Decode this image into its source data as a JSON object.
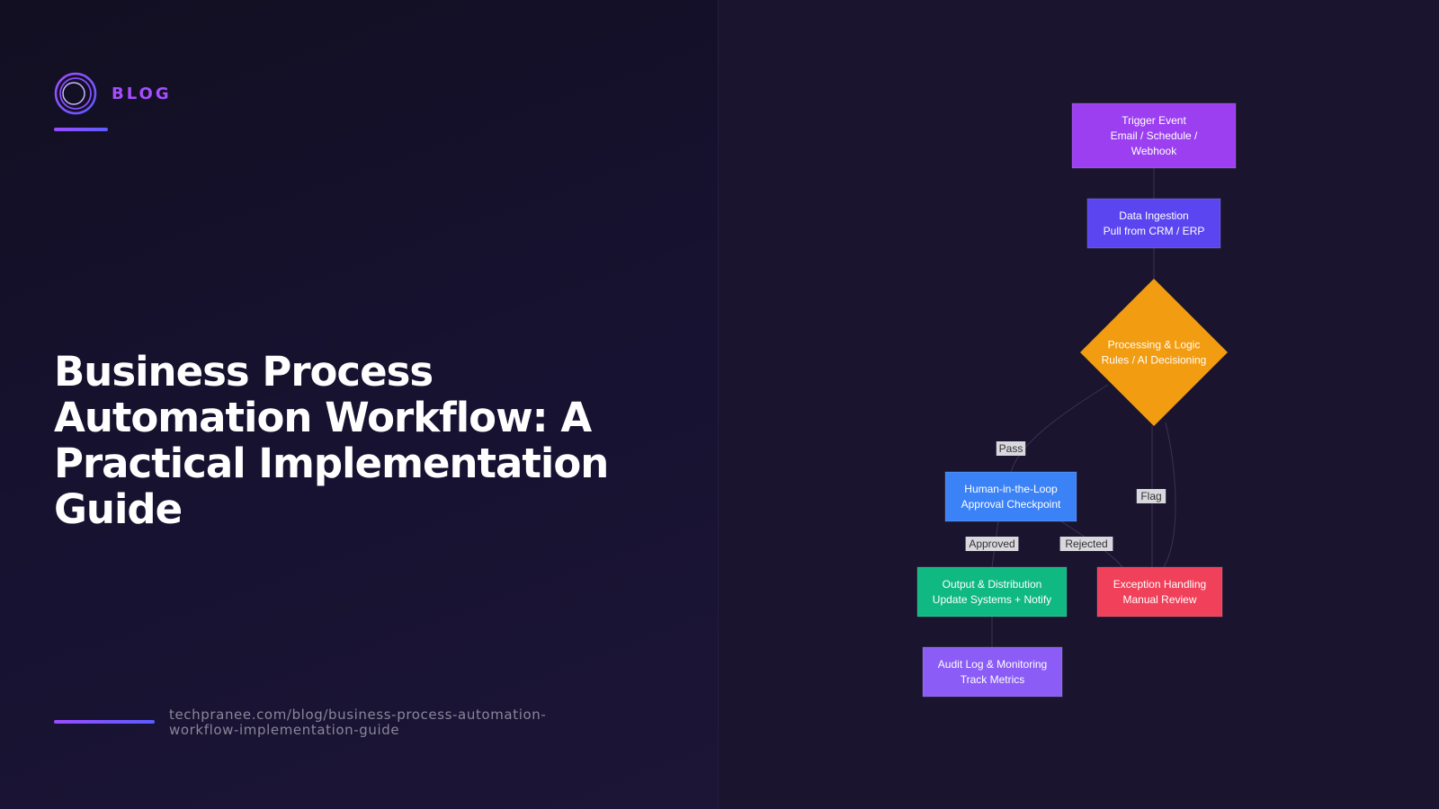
{
  "brand": {
    "label": "BLOG",
    "logo_icon": "ring-logo-icon",
    "accent": "#a64dff"
  },
  "headline": "Business Process Automation Workflow: A Practical Implementation Guide",
  "footer": {
    "url": "techpranee.com/blog/business-process-automation-workflow-implementation-guide"
  },
  "diagram": {
    "nodes": [
      {
        "id": "trigger",
        "shape": "rect",
        "lines": [
          "Trigger Event",
          "Email / Schedule /",
          "Webhook"
        ],
        "color": "#9b3ff0"
      },
      {
        "id": "ingest",
        "shape": "rect",
        "lines": [
          "Data Ingestion",
          "Pull from CRM / ERP"
        ],
        "color": "#5b45f0"
      },
      {
        "id": "process",
        "shape": "diamond",
        "lines": [
          "Processing & Logic",
          "Rules / AI Decisioning"
        ],
        "color": "#f29c11"
      },
      {
        "id": "human",
        "shape": "rect",
        "lines": [
          "Human-in-the-Loop",
          "Approval Checkpoint"
        ],
        "color": "#3b82f6"
      },
      {
        "id": "output",
        "shape": "rect",
        "lines": [
          "Output & Distribution",
          "Update Systems + Notify"
        ],
        "color": "#10b981"
      },
      {
        "id": "exception",
        "shape": "rect",
        "lines": [
          "Exception Handling",
          "Manual Review"
        ],
        "color": "#f0405a"
      },
      {
        "id": "audit",
        "shape": "rect",
        "lines": [
          "Audit Log & Monitoring",
          "Track Metrics"
        ],
        "color": "#8b5cf6"
      }
    ],
    "edges": [
      {
        "from": "trigger",
        "to": "ingest",
        "label": ""
      },
      {
        "from": "ingest",
        "to": "process",
        "label": ""
      },
      {
        "from": "process",
        "to": "human",
        "label": "Pass"
      },
      {
        "from": "process",
        "to": "exception",
        "label": "Flag"
      },
      {
        "from": "human",
        "to": "output",
        "label": "Approved"
      },
      {
        "from": "human",
        "to": "exception",
        "label": "Rejected"
      },
      {
        "from": "output",
        "to": "audit",
        "label": ""
      }
    ]
  }
}
